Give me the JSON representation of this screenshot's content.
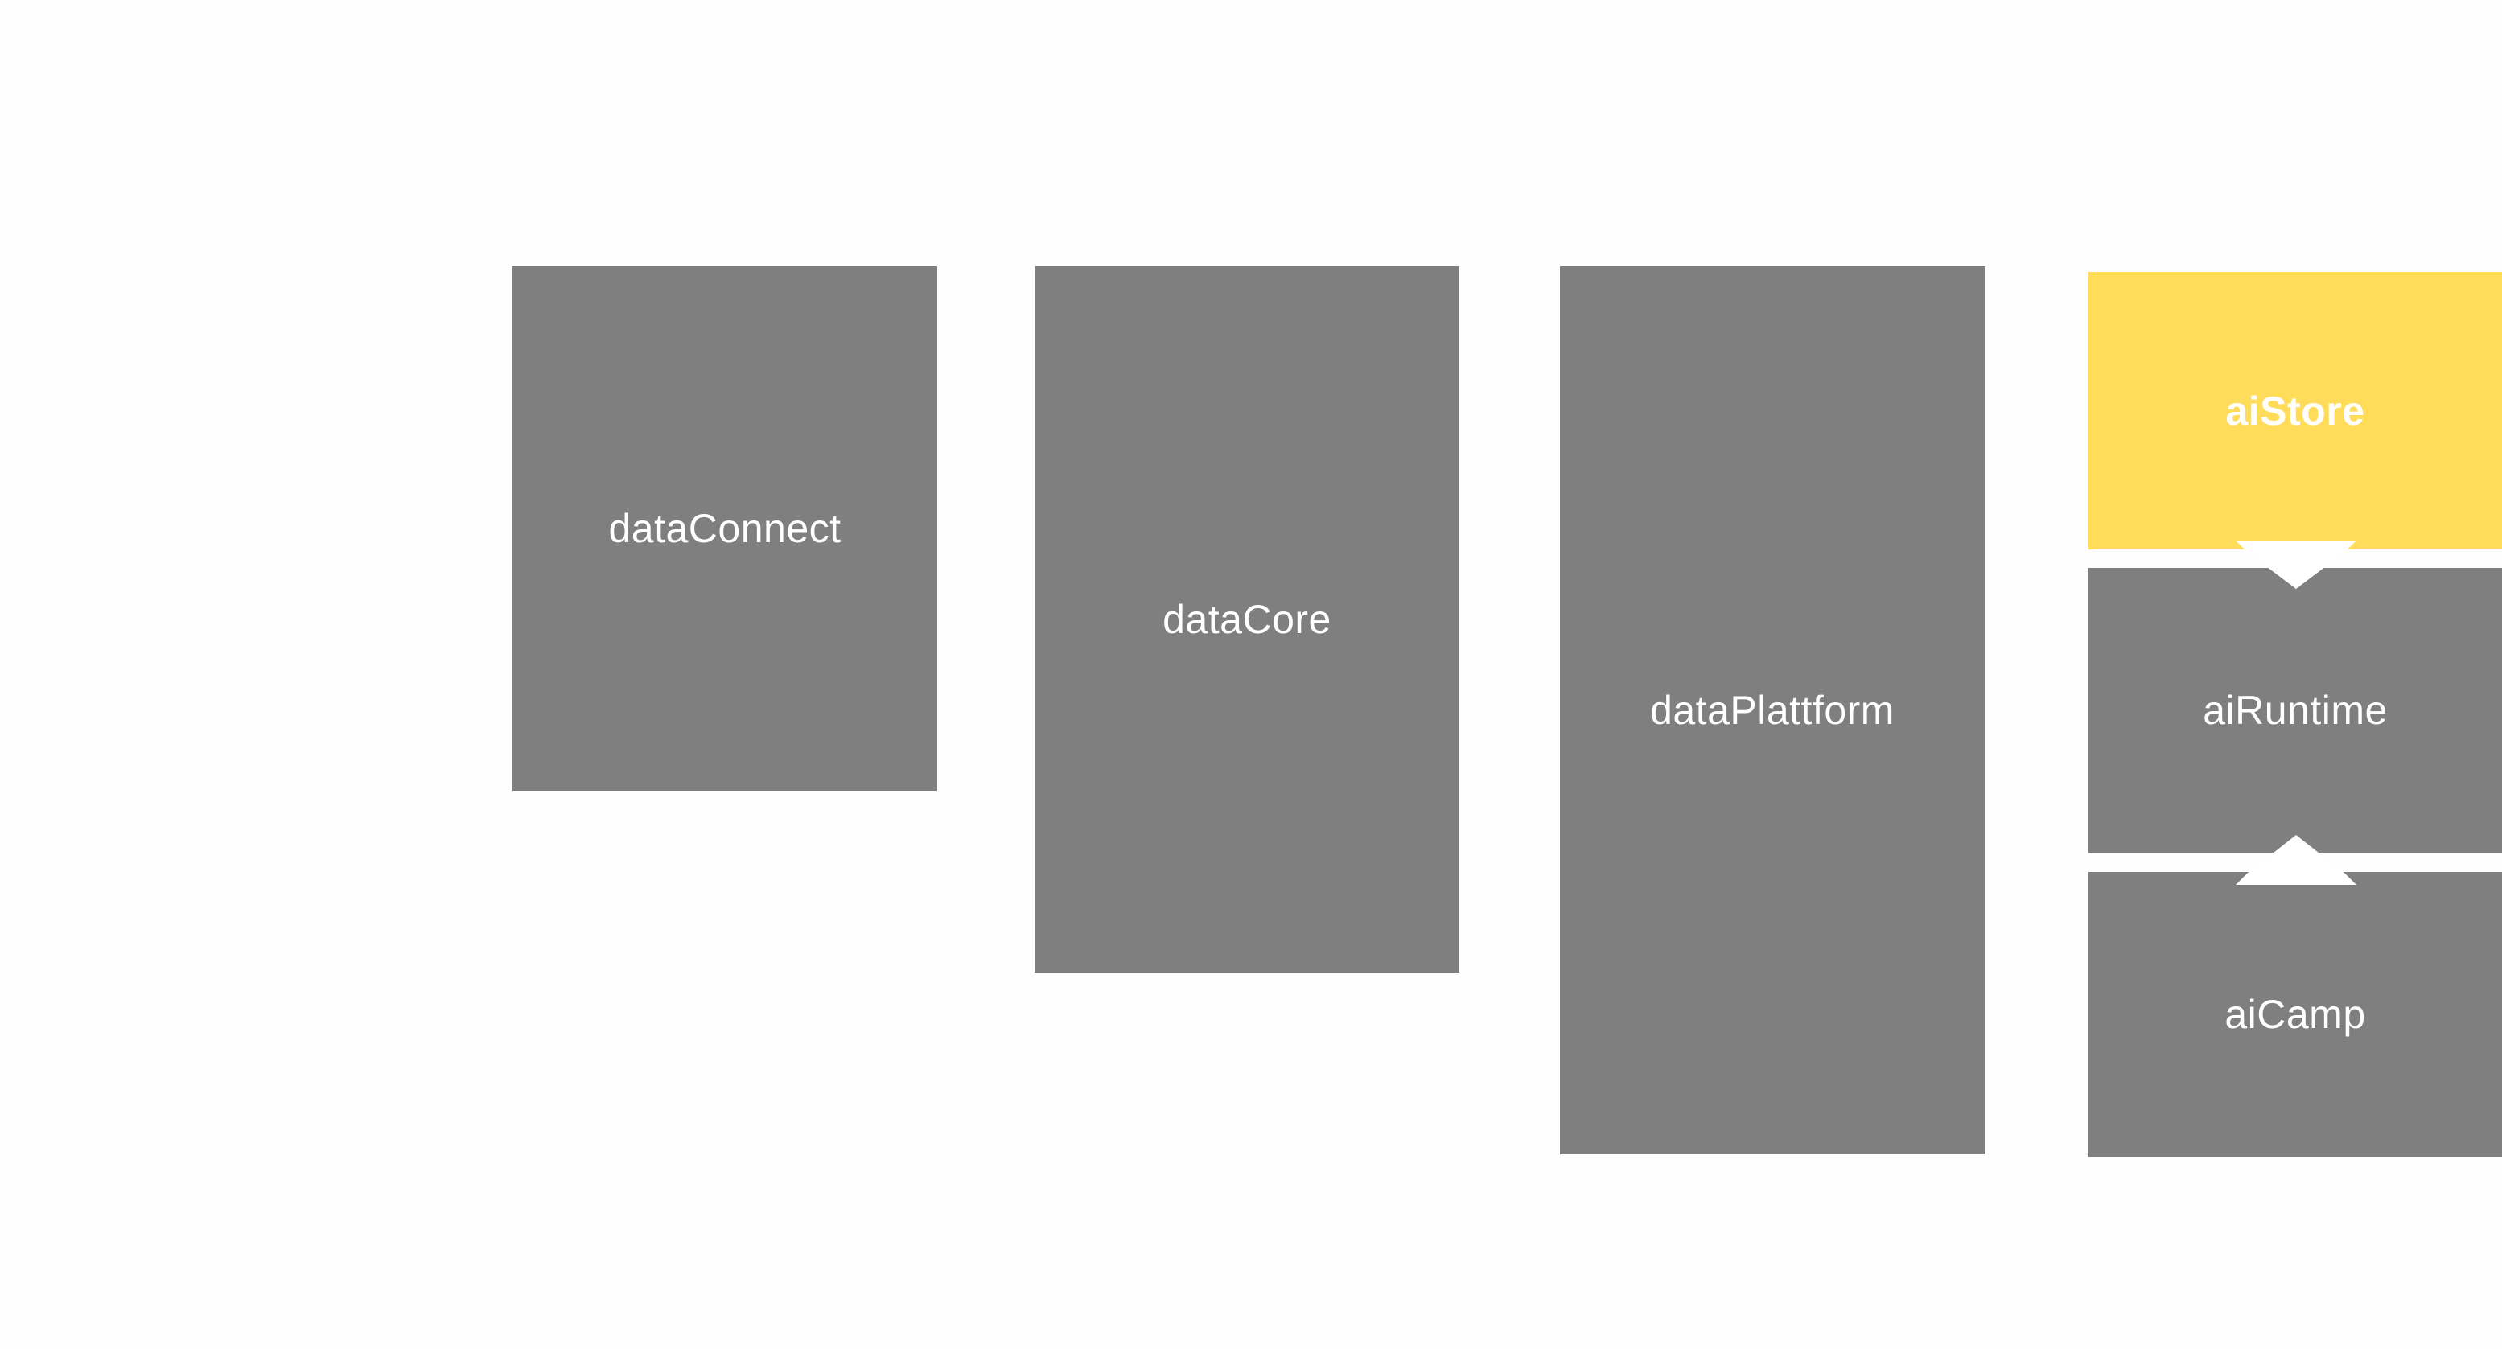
{
  "blocks": {
    "data_connect": {
      "label": "dataConnect",
      "color": "#7f7f7f"
    },
    "data_core": {
      "label": "dataCore",
      "color": "#7f7f7f"
    },
    "data_plattform": {
      "label": "dataPlattform",
      "color": "#7f7f7f"
    },
    "ai_store": {
      "label": "aiStore",
      "color": "#ffdd5a"
    },
    "ai_runtime": {
      "label": "aiRuntime",
      "color": "#7f7f7f"
    },
    "ai_camp": {
      "label": "aiCamp",
      "color": "#7f7f7f"
    }
  },
  "connectors": {
    "store_to_runtime": {
      "direction": "down",
      "color": "#ffffff"
    },
    "camp_to_runtime": {
      "direction": "up",
      "color": "#ffffff"
    }
  }
}
